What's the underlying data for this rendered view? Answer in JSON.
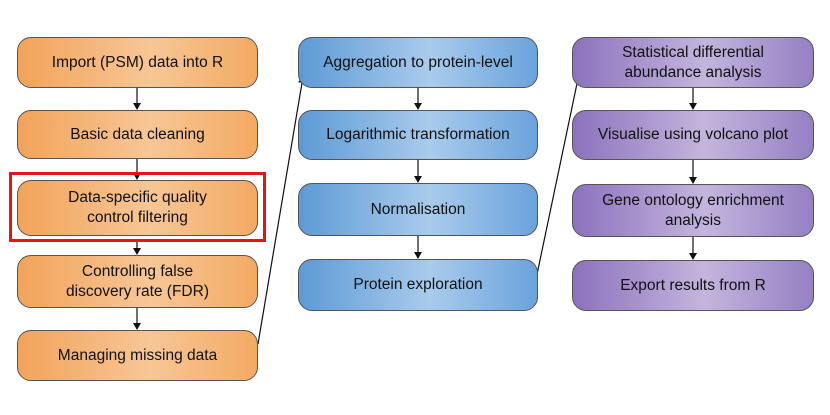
{
  "diagram": {
    "columns": [
      {
        "id": "col-1",
        "color": "#f4b17a",
        "steps": [
          "Import (PSM) data into R",
          "Basic data cleaning",
          "Data-specific quality\ncontrol filtering",
          "Controlling false\ndiscovery rate (FDR)",
          "Managing missing data"
        ]
      },
      {
        "id": "col-2",
        "color": "#8fbbe6",
        "steps": [
          "Aggregation to protein-level",
          "Logarithmic transformation",
          "Normalisation",
          "Protein exploration"
        ]
      },
      {
        "id": "col-3",
        "color": "#b0a0d4",
        "steps": [
          "Statistical differential\nabundance analysis",
          "Visualise using volcano plot",
          "Gene ontology enrichment\nanalysis",
          "Export results from R"
        ]
      }
    ],
    "highlight_color": "#e3151b",
    "arrow_color": "#111111"
  }
}
